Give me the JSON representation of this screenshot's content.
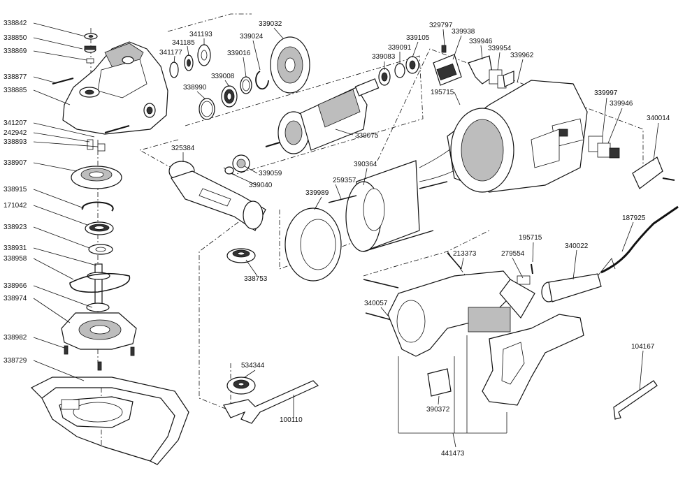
{
  "labels": [
    {
      "id": "338842",
      "text": "338842"
    },
    {
      "id": "338850",
      "text": "338850"
    },
    {
      "id": "338869",
      "text": "338869"
    },
    {
      "id": "338877",
      "text": "338877"
    },
    {
      "id": "338885",
      "text": "338885"
    },
    {
      "id": "341207",
      "text": "341207"
    },
    {
      "id": "242942",
      "text": "242942"
    },
    {
      "id": "338893",
      "text": "338893"
    },
    {
      "id": "338907",
      "text": "338907"
    },
    {
      "id": "338915",
      "text": "338915"
    },
    {
      "id": "171042",
      "text": "171042"
    },
    {
      "id": "338923",
      "text": "338923"
    },
    {
      "id": "338931",
      "text": "338931"
    },
    {
      "id": "338958",
      "text": "338958"
    },
    {
      "id": "338966",
      "text": "338966"
    },
    {
      "id": "338974",
      "text": "338974"
    },
    {
      "id": "338982",
      "text": "338982"
    },
    {
      "id": "338729",
      "text": "338729"
    },
    {
      "id": "341177",
      "text": "341177"
    },
    {
      "id": "341185",
      "text": "341185"
    },
    {
      "id": "341193",
      "text": "341193"
    },
    {
      "id": "338990",
      "text": "338990"
    },
    {
      "id": "339008",
      "text": "339008"
    },
    {
      "id": "339016",
      "text": "339016"
    },
    {
      "id": "339024",
      "text": "339024"
    },
    {
      "id": "339032",
      "text": "339032"
    },
    {
      "id": "339083",
      "text": "339083"
    },
    {
      "id": "339091",
      "text": "339091"
    },
    {
      "id": "339105",
      "text": "339105"
    },
    {
      "id": "339075",
      "text": "339075"
    },
    {
      "id": "325384",
      "text": "325384"
    },
    {
      "id": "339059",
      "text": "339059"
    },
    {
      "id": "339040",
      "text": "339040"
    },
    {
      "id": "390364",
      "text": "390364"
    },
    {
      "id": "259357",
      "text": "259357"
    },
    {
      "id": "339989",
      "text": "339989"
    },
    {
      "id": "338753",
      "text": "338753"
    },
    {
      "id": "534344",
      "text": "534344"
    },
    {
      "id": "100110",
      "text": "100110"
    },
    {
      "id": "329797",
      "text": "329797"
    },
    {
      "id": "339938",
      "text": "339938"
    },
    {
      "id": "339946a",
      "text": "339946"
    },
    {
      "id": "339954",
      "text": "339954"
    },
    {
      "id": "339962",
      "text": "339962"
    },
    {
      "id": "195715a",
      "text": "195715"
    },
    {
      "id": "339997",
      "text": "339997"
    },
    {
      "id": "339946b",
      "text": "339946"
    },
    {
      "id": "340014",
      "text": "340014"
    },
    {
      "id": "187925",
      "text": "187925"
    },
    {
      "id": "195715b",
      "text": "195715"
    },
    {
      "id": "213373",
      "text": "213373"
    },
    {
      "id": "279554",
      "text": "279554"
    },
    {
      "id": "340022",
      "text": "340022"
    },
    {
      "id": "340057",
      "text": "340057"
    },
    {
      "id": "390372",
      "text": "390372"
    },
    {
      "id": "104167",
      "text": "104167"
    },
    {
      "id": "441473",
      "text": "441473"
    }
  ]
}
